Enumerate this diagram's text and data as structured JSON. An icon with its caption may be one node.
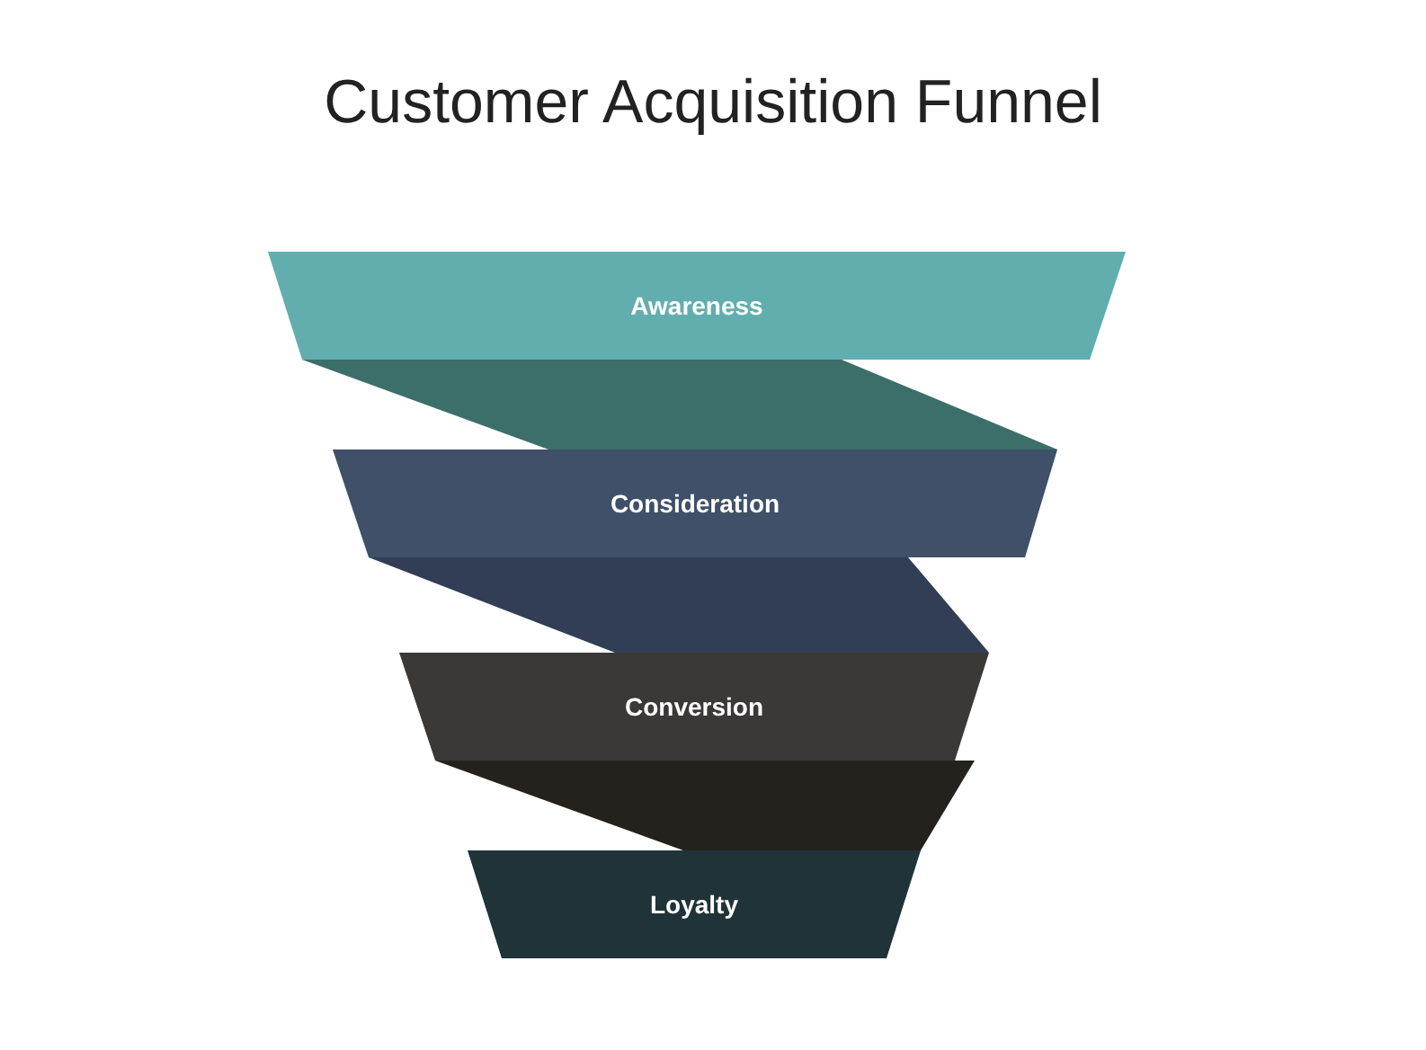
{
  "diagram": {
    "title": "Customer Acquisition Funnel",
    "nodes": [
      {
        "text": [
          "Awareness"
        ]
      },
      {
        "text": [
          "Consideration"
        ]
      },
      {
        "text": [
          "Conversion"
        ]
      },
      {
        "text": [
          "Loyalty"
        ]
      }
    ]
  }
}
